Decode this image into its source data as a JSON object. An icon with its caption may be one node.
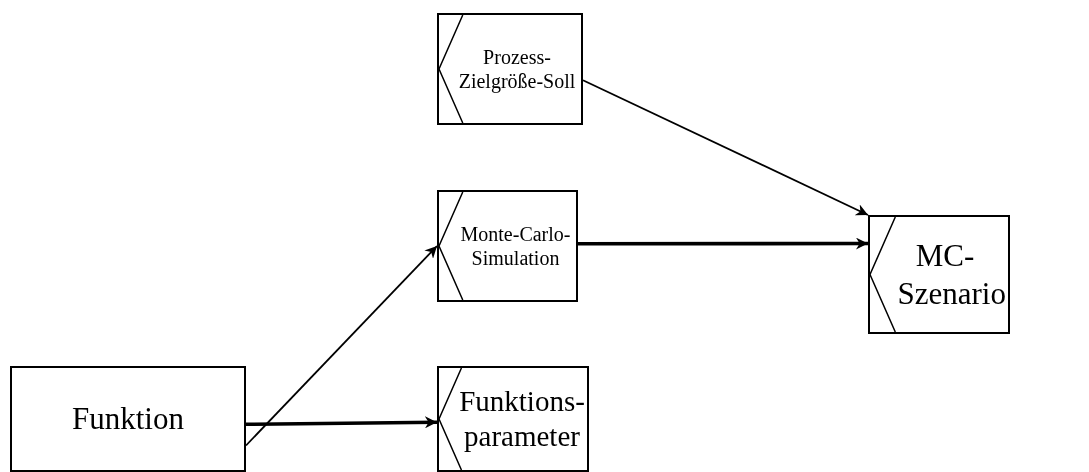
{
  "diagram": {
    "nodes": [
      {
        "text": [
          "Prozess-Zielgröße-Soll"
        ]
      },
      {
        "text": [
          "Monte-Carlo-Simulation"
        ]
      },
      {
        "text": [
          "MC-Szenario"
        ]
      },
      {
        "text": [
          "Funktion"
        ]
      },
      {
        "text": [
          "Funktions-parameter"
        ]
      }
    ],
    "edges": [
      {
        "from": 3,
        "to": 1,
        "arrow": "to"
      },
      {
        "from": 3,
        "to": 4,
        "arrow": "to",
        "style": "thick"
      },
      {
        "from": 1,
        "to": 2,
        "arrow": "to",
        "style": "thick"
      },
      {
        "from": 0,
        "to": 2,
        "arrow": "to"
      }
    ]
  }
}
